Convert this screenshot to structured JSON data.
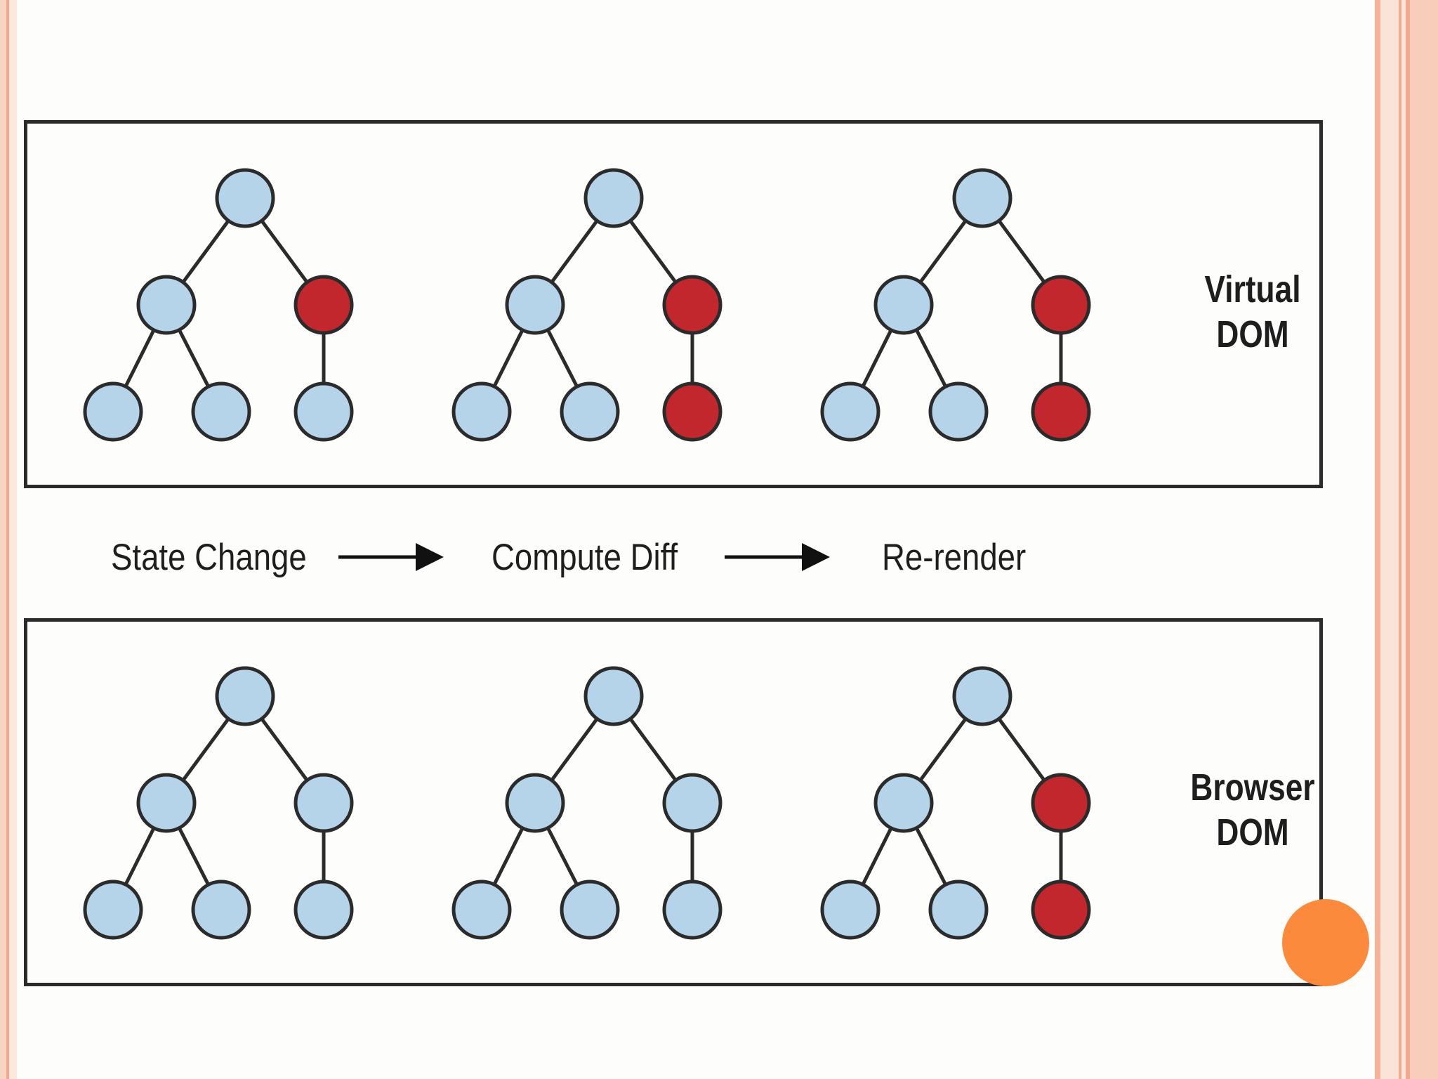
{
  "diagram": {
    "panels": [
      {
        "id": "virtual",
        "label_lines": [
          "Virtual",
          "DOM"
        ],
        "trees": [
          {
            "highlighted": [
              "right"
            ]
          },
          {
            "highlighted": [
              "right",
              "right-leaf"
            ]
          },
          {
            "highlighted": [
              "right",
              "right-leaf"
            ]
          }
        ]
      },
      {
        "id": "browser",
        "label_lines": [
          "Browser",
          "DOM"
        ],
        "trees": [
          {
            "highlighted": []
          },
          {
            "highlighted": []
          },
          {
            "highlighted": [
              "right",
              "right-leaf"
            ]
          }
        ]
      }
    ],
    "flow_steps": [
      "State Change",
      "Compute Diff",
      "Re-render"
    ],
    "colors": {
      "node_default": "#b5d3e9",
      "node_changed": "#c1272d",
      "stroke": "#2b2b2b",
      "accent": "#fb8a3c"
    }
  }
}
